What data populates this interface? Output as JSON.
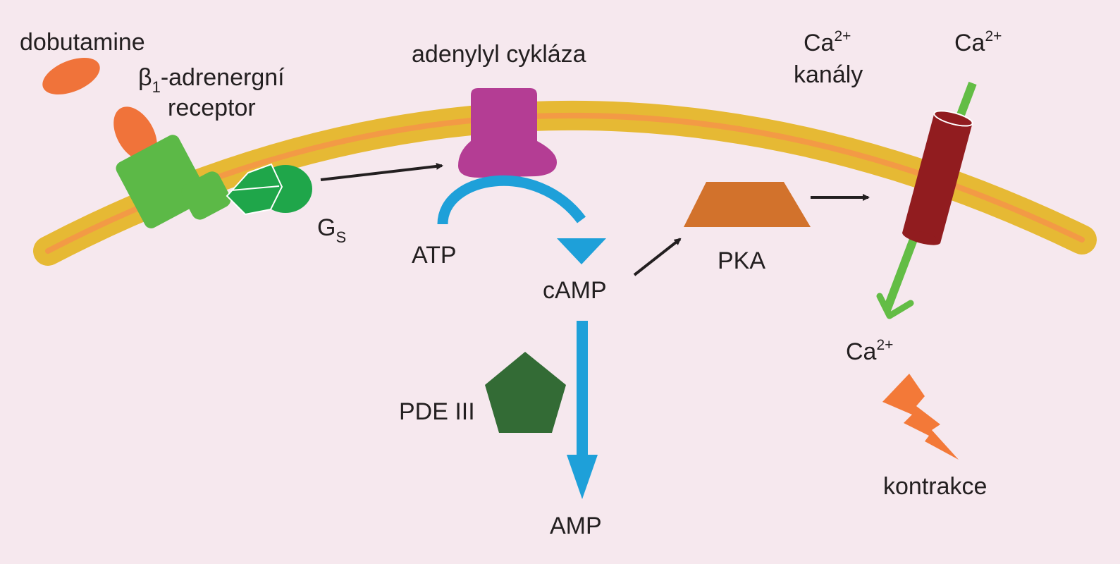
{
  "labels": {
    "dobutamine": "dobutamine",
    "beta_symbol": "β",
    "beta_subscript": "1",
    "receptor_line1": "-adrenergní",
    "receptor_line2": "receptor",
    "gs_main": "G",
    "gs_sub": "S",
    "adenylyl_cyclase": "adenylyl cykláza",
    "atp": "ATP",
    "camp": "cAMP",
    "amp": "AMP",
    "pde": "PDE III",
    "pka": "PKA",
    "ca_channels_ion": "Ca",
    "ca_channels_charge": "2+",
    "ca_channels_word": "kanály",
    "ca_top_ion": "Ca",
    "ca_top_charge": "2+",
    "ca_inside_ion": "Ca",
    "ca_inside_charge": "2+",
    "contraction": "kontrakce"
  },
  "colors": {
    "background": "#f6e8ee",
    "membrane_outer": "#e6b934",
    "membrane_inner": "#f39a45",
    "dobutamine": "#f0733a",
    "receptor": "#5cb947",
    "g_protein": "#1fa64a",
    "adenylyl_cyclase": "#b43d94",
    "atp_camp_arrow": "#1ea0d9",
    "pde": "#336b35",
    "pka": "#d2722c",
    "ca_channel": "#911c1f",
    "ca_flow": "#63bd45",
    "contraction_bolt": "#f37938",
    "pathway_arrows": "#231f20"
  },
  "icons": {
    "dobutamine": "ellipse-molecule",
    "g_protein": "hexagon-circle-complex",
    "pde": "pentagon",
    "pka": "trapezoid",
    "ca_channel": "cylinder-channel",
    "contraction": "lightning-bolt"
  }
}
